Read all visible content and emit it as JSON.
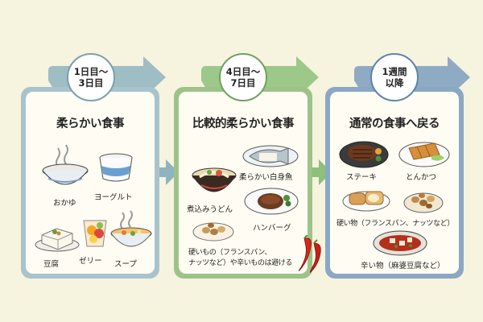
{
  "phases": [
    {
      "period_line1": "1日目～",
      "period_line2": "3日目",
      "title": "柔らかい食事",
      "foods": [
        "おかゆ",
        "ヨーグルト",
        "豆腐",
        "ゼリー",
        "スープ"
      ]
    },
    {
      "period_line1": "4日目～",
      "period_line2": "7日目",
      "title": "比較的柔らかい食事",
      "foods": [
        "柔らかい白身魚",
        "煮込みうどん",
        "ハンバーグ"
      ],
      "note_line1": "硬いもの（フランスパン、",
      "note_line2": "ナッツなど）や辛いものは避ける"
    },
    {
      "period_line1": "1週間",
      "period_line2": "以降",
      "title": "通常の食事へ戻る",
      "foods": [
        "ステーキ",
        "とんかつ",
        "硬い物（フランスパン、ナッツなど）",
        "辛い物（麻婆豆腐など）"
      ]
    }
  ],
  "colors": {
    "background": "#f6f3df",
    "phase1": "#a9c3cc",
    "phase2": "#9dc389",
    "phase3": "#8aa8c4"
  }
}
